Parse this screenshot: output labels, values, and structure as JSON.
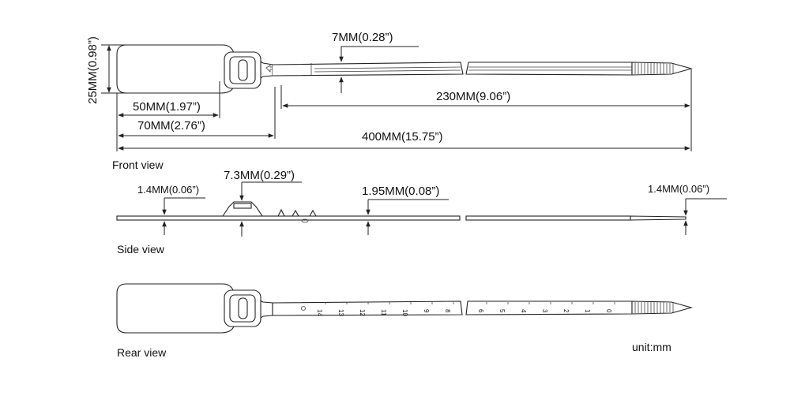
{
  "dimensions": {
    "height_25": "25MM(0.98”)",
    "width_7": "7MM(0.28”)",
    "len_50": "50MM(1.97”)",
    "len_70": "70MM(2.76”)",
    "len_230": "230MM(9.06”)",
    "len_400": "400MM(15.75”)",
    "thick_73": "7.3MM(0.29”)",
    "thick_14_left": "1.4MM(0.06”)",
    "thick_195": "1.95MM(0.08”)",
    "thick_14_right": "1.4MM(0.06”)"
  },
  "views": {
    "front": "Front view",
    "side": "Side view",
    "rear": "Rear view"
  },
  "unit": "unit:mm",
  "ruler_left": [
    "14",
    "13",
    "12",
    "11",
    "10",
    "9",
    "8"
  ],
  "ruler_right": [
    "6",
    "5",
    "4",
    "3",
    "2",
    "1",
    "0"
  ]
}
